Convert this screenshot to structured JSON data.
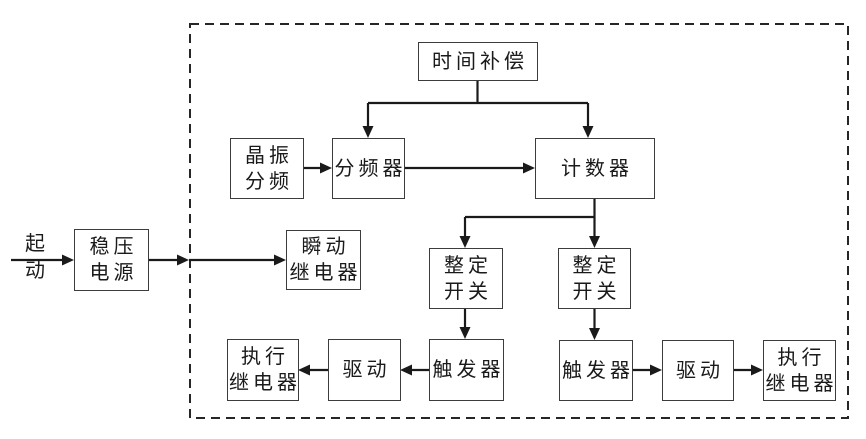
{
  "diagram": {
    "kind": "block-diagram",
    "language": "zh-CN",
    "colors": {
      "background": "#ffffff",
      "connector_line": "#1a1a1a",
      "box_border": "#3c3c3c",
      "text": "#1a1a1a",
      "dashed_boundary": "#262626"
    }
  },
  "nodes": {
    "time_compensation": {
      "label": "时间补偿"
    },
    "crystal_divider": {
      "line1": "晶振",
      "line2": "分频"
    },
    "freq_divider": {
      "label": "分频器"
    },
    "counter": {
      "label": "计数器"
    },
    "power_supply": {
      "line1": "稳压",
      "line2": "电源"
    },
    "instant_relay": {
      "line1": "瞬动",
      "line2": "继电器"
    },
    "setting_switch_left": {
      "line1": "整定",
      "line2": "开关"
    },
    "setting_switch_right": {
      "line1": "整定",
      "line2": "开关"
    },
    "trigger_left": {
      "label": "触发器"
    },
    "drive_left": {
      "label": "驱动"
    },
    "exec_relay_left": {
      "line1": "执行",
      "line2": "继电器"
    },
    "trigger_right": {
      "label": "触发器"
    },
    "drive_right": {
      "label": "驱动"
    },
    "exec_relay_right": {
      "line1": "执行",
      "line2": "继电器"
    }
  },
  "external_label": {
    "line1": "起",
    "line2": "动"
  }
}
